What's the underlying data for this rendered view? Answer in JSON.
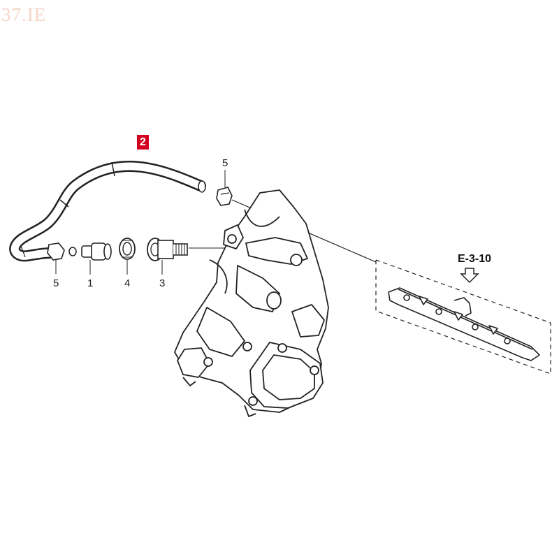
{
  "watermark": "37.IE",
  "callouts": {
    "hose": "2",
    "clip_top": "5",
    "clip_left": "5",
    "pcv_valve": "1",
    "grommet": "4",
    "joint": "3"
  },
  "reference": "E-3-10",
  "colors": {
    "highlight": "#d3001f",
    "line": "#222222",
    "watermark": "#f5d5c8"
  }
}
